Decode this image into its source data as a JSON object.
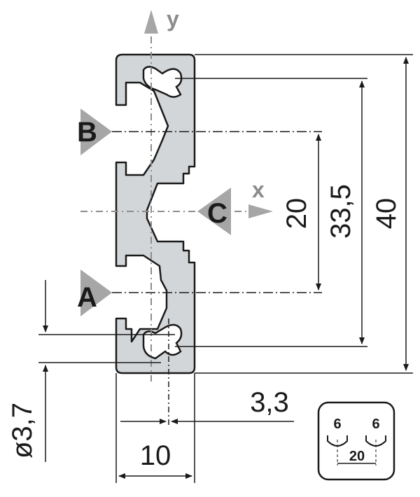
{
  "colors": {
    "profile_fill": "#d3d6d8",
    "profile_stroke": "#1a1a1a",
    "axis_gray": "#8c8c8c",
    "marker_gray": "#a6a6a6",
    "line": "#1a1a1a"
  },
  "axes": {
    "x": "x",
    "y": "y"
  },
  "section_labels": {
    "a": "A",
    "b": "B",
    "c": "C"
  },
  "dimensions": {
    "d20": "20",
    "d33_5": "33,5",
    "d40": "40",
    "d10": "10",
    "d3_3": "3,3",
    "bore": "ø3,7"
  },
  "inset": {
    "left": "6",
    "right": "6",
    "spacing": "20"
  }
}
